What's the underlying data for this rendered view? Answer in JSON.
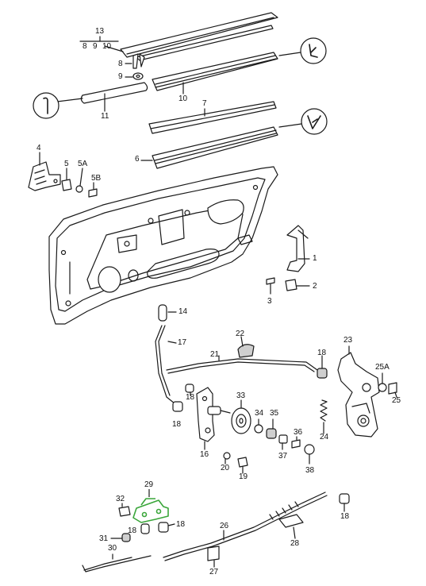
{
  "labels": {
    "l13": "13",
    "l8a": "8",
    "l9a": "9",
    "l10a": "10",
    "l8": "8",
    "l9": "9",
    "l10": "10",
    "l11": "11",
    "l7": "7",
    "l6": "6",
    "l4": "4",
    "l5": "5",
    "l5a": "5A",
    "l5b": "5B",
    "l1": "1",
    "l2": "2",
    "l3": "3",
    "l14": "14",
    "l17": "17",
    "l21": "21",
    "l22": "22",
    "l23": "23",
    "l18a": "18",
    "l18b": "18",
    "l18c": "18",
    "l18d": "18",
    "l18e": "18",
    "l18f": "18",
    "l25a": "25A",
    "l25": "25",
    "l24": "24",
    "l33": "33",
    "l34": "34",
    "l35": "35",
    "l36": "36",
    "l37": "37",
    "l38": "38",
    "l16": "16",
    "l20": "20",
    "l19": "19",
    "l29": "29",
    "l32": "32",
    "l31": "31",
    "l30": "30",
    "l26": "26",
    "l27": "27",
    "l28": "28"
  },
  "colors": {
    "line": "#1a1a1a",
    "highlight": "#3aa63a",
    "fill": "#ffffff",
    "shade": "#cfcfcf"
  }
}
